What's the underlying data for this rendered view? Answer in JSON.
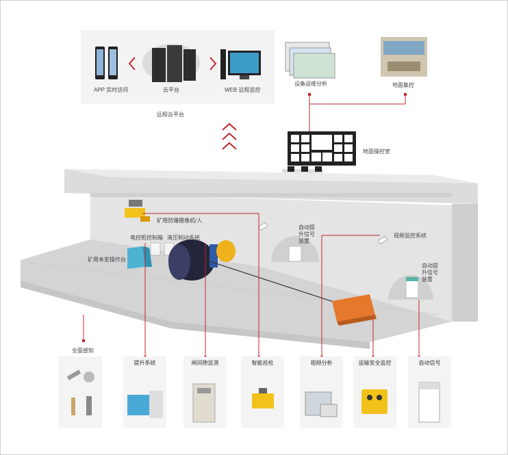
{
  "cloud": {
    "app_label": "APP 实时访问",
    "cloud_label": "云平台",
    "web_label": "WEB 远程监控",
    "remote_label": "远程云平台"
  },
  "top": {
    "device_analysis": "设备运维分析",
    "ground_control": "地面集控"
  },
  "scene": {
    "ground_console": "地面操控室",
    "crane_sensor": "矿用防爆摄像机/人",
    "signal_device": "自动提升信号装置",
    "video_system": "视频监控系统",
    "auto_signal": "自动提升信号装置",
    "electric_cabinet": "电控柜控制箱",
    "brake_system": "液压制动系统",
    "local_console": "矿用本安操作台",
    "full_sense": "全面感知"
  },
  "cards": [
    {
      "label": ""
    },
    {
      "label": "提升系统"
    },
    {
      "label": "闸间隙监测"
    },
    {
      "label": "智能巡检"
    },
    {
      "label": "视频分析"
    },
    {
      "label": "运输安全监控"
    },
    {
      "label": "自动信号"
    }
  ],
  "colors": {
    "accent": "#c0272d",
    "panel": "#f3f3f3",
    "wall": "#d9d9d9"
  }
}
